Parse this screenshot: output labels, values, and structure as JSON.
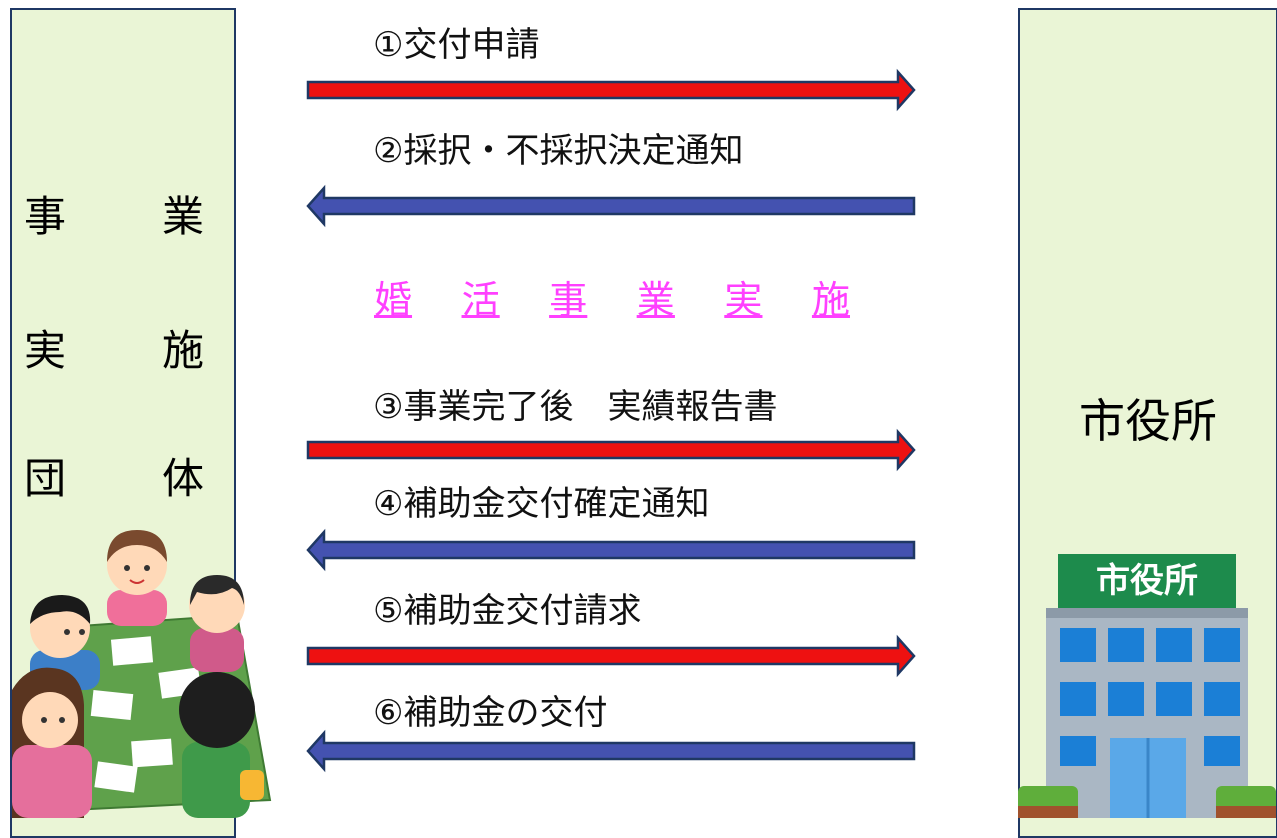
{
  "left_entity": {
    "chars": [
      "事",
      "業",
      "実",
      "施",
      "団",
      "体"
    ]
  },
  "right_entity": {
    "label": "市役所",
    "building_sign": "市役所"
  },
  "steps": [
    {
      "label": "①交付申請",
      "direction": "right"
    },
    {
      "label": "②採択・不採択決定通知",
      "direction": "left"
    },
    {
      "label": "③事業完了後　実績報告書",
      "direction": "right"
    },
    {
      "label": "④補助金交付確定通知",
      "direction": "left"
    },
    {
      "label": "⑤補助金交付請求",
      "direction": "right"
    },
    {
      "label": "⑥補助金の交付",
      "direction": "left"
    }
  ],
  "banner": {
    "chars": [
      "婚",
      "活",
      "事",
      "業",
      "実",
      "施"
    ]
  },
  "colors": {
    "right_arrow": "#ee1111",
    "left_arrow": "#4452b0",
    "arrow_outline": "#1f3864",
    "box_fill": "#eaf5d6",
    "banner": "#ff40ff"
  }
}
